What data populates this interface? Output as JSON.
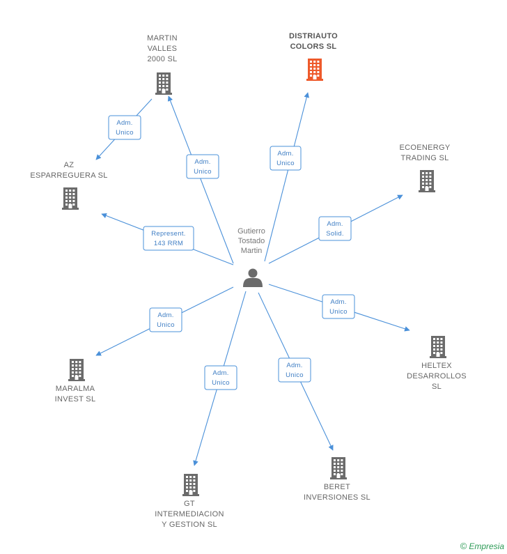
{
  "colors": {
    "edge": "#4a90d9",
    "building": "#6b6b6b",
    "building_highlight": "#ee5a2b",
    "person": "#6b6b6b",
    "brand": "#2e9b57"
  },
  "center": {
    "name_lines": [
      "Gutierro",
      "Tostado",
      "Martin"
    ],
    "icon": "person-icon"
  },
  "companies": [
    {
      "id": "distriauto",
      "lines": [
        "DISTRIAUTO",
        "COLORS  SL"
      ],
      "highlight": true,
      "icon": "building-icon"
    },
    {
      "id": "martin-valles",
      "lines": [
        "MARTIN",
        "VALLES",
        "2000  SL"
      ],
      "highlight": false,
      "icon": "building-icon"
    },
    {
      "id": "az-esparreguera",
      "lines": [
        "AZ",
        "ESPARREGUERA SL"
      ],
      "highlight": false,
      "icon": "building-icon"
    },
    {
      "id": "ecoenergy",
      "lines": [
        "ECOENERGY",
        "TRADING SL"
      ],
      "highlight": false,
      "icon": "building-icon"
    },
    {
      "id": "heltex",
      "lines": [
        "HELTEX",
        "DESARROLLOS",
        "SL"
      ],
      "highlight": false,
      "icon": "building-icon"
    },
    {
      "id": "maralma",
      "lines": [
        "MARALMA",
        "INVEST  SL"
      ],
      "highlight": false,
      "icon": "building-icon"
    },
    {
      "id": "gt-intermediacion",
      "lines": [
        "GT",
        "INTERMEDIACION",
        "Y GESTION  SL"
      ],
      "highlight": false,
      "icon": "building-icon"
    },
    {
      "id": "beret",
      "lines": [
        "BERET",
        "INVERSIONES SL"
      ],
      "highlight": false,
      "icon": "building-icon"
    }
  ],
  "edges": [
    {
      "from": "center",
      "to": "martin-valles",
      "label": [
        "Adm.",
        "Unico"
      ]
    },
    {
      "from": "center",
      "to": "distriauto",
      "label": [
        "Adm.",
        "Unico"
      ]
    },
    {
      "from": "center",
      "to": "ecoenergy",
      "label": [
        "Adm.",
        "Solid."
      ]
    },
    {
      "from": "center",
      "to": "az-esparreguera",
      "label": [
        "Represent.",
        "143 RRM"
      ]
    },
    {
      "from": "center",
      "to": "heltex",
      "label": [
        "Adm.",
        "Unico"
      ]
    },
    {
      "from": "center",
      "to": "maralma",
      "label": [
        "Adm.",
        "Unico"
      ]
    },
    {
      "from": "center",
      "to": "gt-intermediacion",
      "label": [
        "Adm.",
        "Unico"
      ]
    },
    {
      "from": "center",
      "to": "beret",
      "label": [
        "Adm.",
        "Unico"
      ]
    },
    {
      "from": "martin-valles",
      "to": "az-esparreguera",
      "label": [
        "Adm.",
        "Unico"
      ]
    }
  ],
  "footer": {
    "copyright_symbol": "©",
    "brand": "Empresia"
  }
}
